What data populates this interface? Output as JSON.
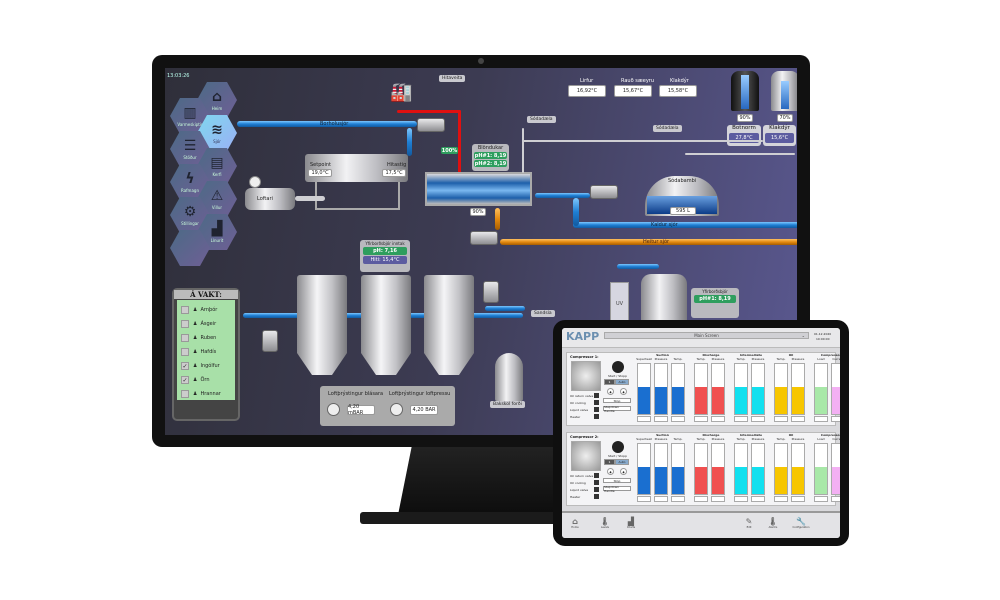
{
  "monitor": {
    "clock": "13:03:26",
    "nav": [
      {
        "label": "Heim",
        "icon": "home-icon"
      },
      {
        "label": "Varmeskiptir",
        "icon": "radiator-icon"
      },
      {
        "label": "Sjór",
        "icon": "waves-icon",
        "active": true
      },
      {
        "label": "Stöður",
        "icon": "shelves-icon"
      },
      {
        "label": "Kerfi",
        "icon": "garage-icon"
      },
      {
        "label": "Rafmagn",
        "icon": "power-icon"
      },
      {
        "label": "Villur",
        "icon": "warning-icon"
      },
      {
        "label": "Stillingar",
        "icon": "gear-icon"
      },
      {
        "label": "Línurit",
        "icon": "chart-icon"
      }
    ],
    "hitaveita": "Hitaveita",
    "borholusjor": "Borholusjór",
    "valve_pct": "100%",
    "hopper": {
      "setpoint_label": "Setpoint",
      "setpoint": "19,0°C",
      "temp_label": "Hitastig",
      "temp": "17,5°C"
    },
    "loftari": "Loftari",
    "blondukar": {
      "title": "Blöndukar",
      "ph1": "pH#1: 8,19",
      "ph2": "pH#2: 8,19",
      "level": "90%"
    },
    "temps": [
      {
        "label": "Lirfur",
        "value": "16,92°C"
      },
      {
        "label": "Rauð sæeyru",
        "value": "15,67°C"
      },
      {
        "label": "Klakdýr",
        "value": "15,58°C"
      }
    ],
    "tanks": [
      {
        "level": "90%",
        "label": "Botnorm",
        "temp": "27,8°C"
      },
      {
        "level": "70%",
        "label": "Klakdýr",
        "temp": "15,6°C"
      }
    ],
    "sodadaela": "Sódadæla",
    "sodatank": {
      "label": "Sódabambi",
      "volume": "595 L"
    },
    "kaldur": "Kaldur sjór",
    "heitur": "Heitur sjór",
    "inntak": {
      "title": "Yfirborðsbjór inntak",
      "ph": "pH: 7,16",
      "hiti": "Hiti: 15,4°C"
    },
    "vakt": {
      "title": "Á VAKT:",
      "people": [
        {
          "name": "Arnþór",
          "checked": false
        },
        {
          "name": "Ásgeir",
          "checked": false
        },
        {
          "name": "Ruben",
          "checked": false
        },
        {
          "name": "Hafdís",
          "checked": false
        },
        {
          "name": "Ingólfur",
          "checked": true
        },
        {
          "name": "Örn",
          "checked": true
        },
        {
          "name": "Hrannar",
          "checked": false
        }
      ]
    },
    "pressure": {
      "blower_label": "Loftþrýstingur blásara",
      "blower": "4,20 mBAR",
      "comp_label": "Loftþrýstingur loftpressu",
      "comp": "4,20 BAR"
    },
    "sandsia": "Sandsía",
    "bakskol": "Bakskol forði",
    "uv": "UV",
    "yfirbord": {
      "title": "Yfirborðsbjór",
      "ph1": "pH#1: 8,19"
    }
  },
  "tablet": {
    "logo": "KAPP",
    "screen_select": "Main Screen",
    "date": "01.12.2020",
    "time": "10:00:00",
    "groups": [
      {
        "label": "Suction",
        "cols": [
          "Superheat",
          "Pressure",
          "Temp."
        ]
      },
      {
        "label": "Discharge",
        "cols": [
          "Temp.",
          "Pressure"
        ]
      },
      {
        "label": "Intermediate",
        "cols": [
          "Temp.",
          "Pressure"
        ]
      },
      {
        "label": "Oil",
        "cols": [
          "Temp.",
          "Pressure"
        ]
      },
      {
        "label": "Compressor",
        "cols": [
          "Load",
          "Current"
        ]
      }
    ],
    "colors": [
      "#1a6fd0",
      "#1a6fd0",
      "#1a6fd0",
      "#f05050",
      "#f05050",
      "#12e0ef",
      "#12e0ef",
      "#f7c600",
      "#f7c600",
      "#a8e8a8",
      "#f3b0f3"
    ],
    "levels": [
      0.55,
      0.55,
      0.55,
      0.55,
      0.55,
      0.55,
      0.55,
      0.55,
      0.55,
      0.55,
      0.55
    ],
    "compressors": [
      {
        "name": "Compressor 1:"
      },
      {
        "name": "Compressor 2:"
      }
    ],
    "start_stop": "Start / Stopp",
    "mode_manual": "1",
    "mode_auto": "Auto",
    "stop": "Stop",
    "stepdown": "Stepdown Handle",
    "indicators": [
      "Oil return valve",
      "Oil cooling",
      "Liquid valve",
      "Heater"
    ],
    "bottom_icons": [
      {
        "label": "Home",
        "icon": "home-icon"
      },
      {
        "label": "Levels",
        "icon": "thermometer-icon"
      },
      {
        "label": "Charts",
        "icon": "chart-icon"
      },
      {
        "label": "Edit",
        "icon": "pen-icon"
      },
      {
        "label": "Alarms",
        "icon": "thermometer-icon"
      },
      {
        "label": "Configuration",
        "icon": "wrench-icon"
      }
    ]
  }
}
